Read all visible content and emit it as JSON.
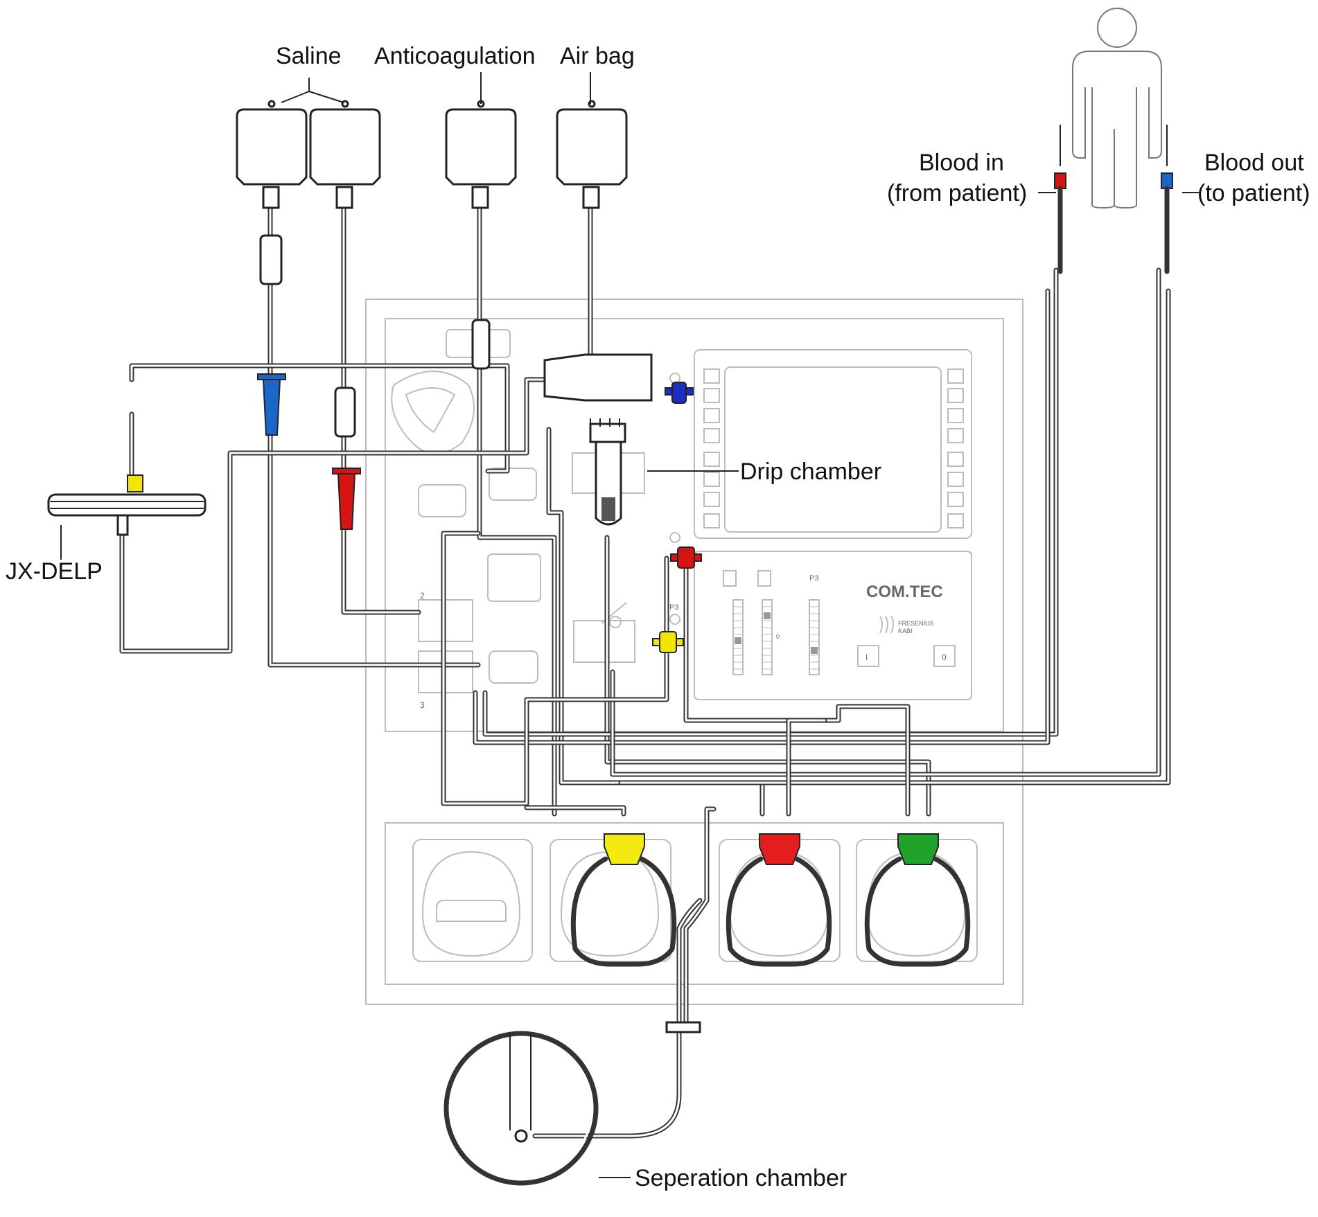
{
  "labels": {
    "saline": "Saline",
    "anticoagulation": "Anticoagulation",
    "air_bag": "Air bag",
    "blood_in_line1": "Blood in",
    "blood_in_line2": "(from patient)",
    "blood_out_line1": "Blood out",
    "blood_out_line2": "(to patient)",
    "jx_delp": "JX-DELP",
    "drip_chamber": "Drip chamber",
    "separation_chamber": "Seperation chamber"
  },
  "device": {
    "brand": "COM.TEC",
    "maker_line1": "FRESENIUS",
    "maker_line2": "KABI",
    "button_on": "I",
    "button_off": "0",
    "p3_label_panel": "P3",
    "p3_label_side": "P3",
    "valve_top": "2",
    "valve_bottom": "3",
    "gauge_zero": "0"
  },
  "colors": {
    "blue_clamp": "#1a66c9",
    "red_clamp": "#d61414",
    "yellow_clamp": "#f2e600",
    "red_pump": "#e41e1e",
    "green_pump": "#1fa32a",
    "yellow_pump": "#f4ea10",
    "blue_filter": "#1b2fbf"
  }
}
